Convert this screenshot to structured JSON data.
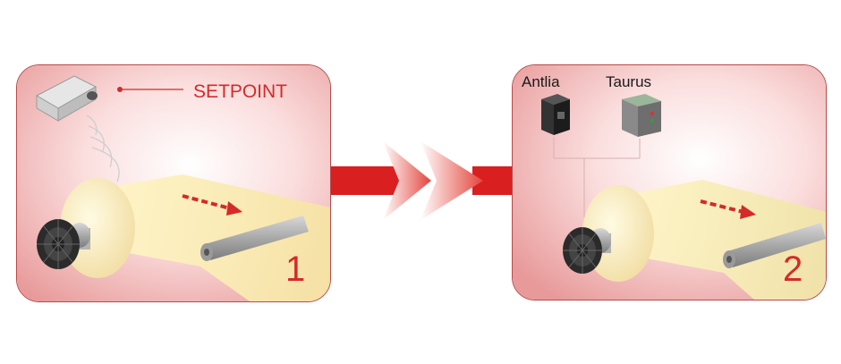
{
  "panel_left": {
    "setpoint_label": "SETPOINT",
    "step_number": "1"
  },
  "panel_right": {
    "device_a_label": "Antlia",
    "device_b_label": "Taurus",
    "step_number": "2"
  },
  "colors": {
    "panel_edge": "#b84a4a",
    "panel_fill_start": "#fde8e8",
    "panel_fill_end": "#e8a0a0",
    "arrow_red": "#d91f1f",
    "accent_red": "#d42a2a",
    "web_yellow": "#fff3b0",
    "roller_grey": "#b0b0b0",
    "hub_black": "#2b2b2b"
  },
  "icons": [
    "camera-icon",
    "signal-waves-icon",
    "antlia-device-icon",
    "taurus-device-icon",
    "motion-arrow-icon",
    "roll-icon",
    "roller-icon"
  ]
}
